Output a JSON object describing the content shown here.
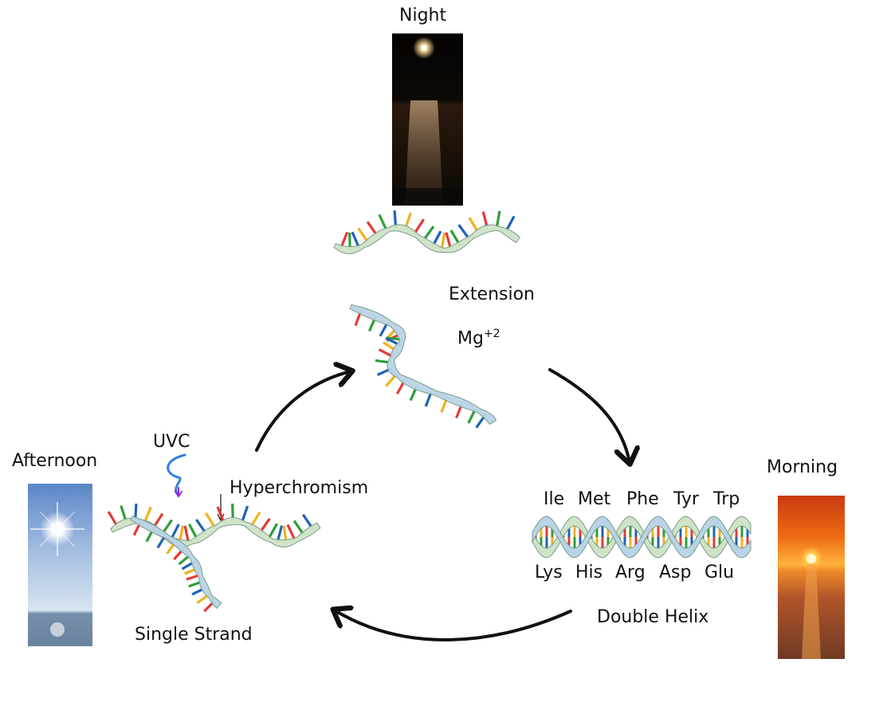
{
  "labels": {
    "night": "Night",
    "morning": "Morning",
    "afternoon": "Afternoon",
    "extension": "Extension",
    "mg_base": "Mg",
    "mg_charge": "+2",
    "uvc": "UVC",
    "hyperchromism": "Hyperchromism",
    "single_strand": "Single Strand",
    "double_helix": "Double Helix"
  },
  "amino_acids": {
    "top": [
      "Ile",
      "Met",
      "Phe",
      "Tyr",
      "Trp"
    ],
    "bottom": [
      "Lys",
      "His",
      "Arg",
      "Asp",
      "Glu"
    ]
  },
  "colors": {
    "backbone": "#cfe3c6",
    "backbone_blue": "#b8d4e6",
    "base_red": "#e53935",
    "base_green": "#2e9d3a",
    "base_blue": "#1e63b5",
    "base_yellow": "#f2b01e",
    "arrow": "#111111",
    "uv_wave": "#2f7fe0",
    "uv_arrow": "#8a2be2"
  }
}
